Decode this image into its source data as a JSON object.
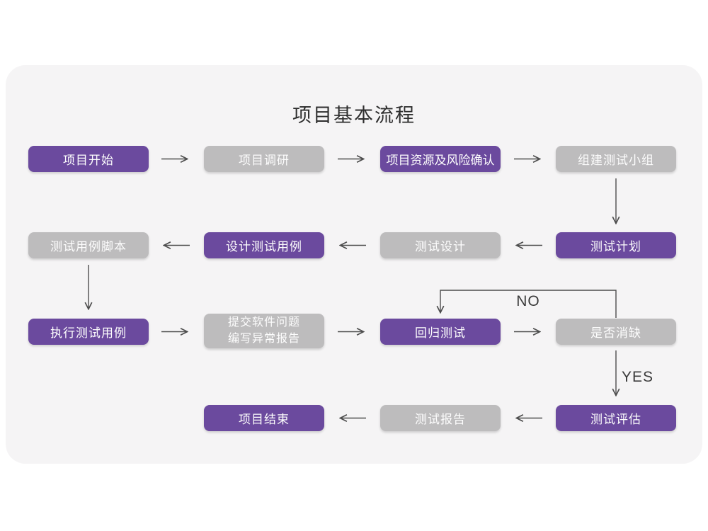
{
  "title": "项目基本流程",
  "colors": {
    "purple": "#6b4a9e",
    "gray": "#bdbcbd",
    "card_bg": "#f5f4f5",
    "title_color": "#2e2e2e",
    "arrow_color": "#4d4d4d",
    "edge_label_color": "#3b3b3b",
    "node_text": "#fdfdfd"
  },
  "nodes": [
    {
      "id": "project-start",
      "label": "项目开始",
      "color": "purple"
    },
    {
      "id": "project-research",
      "label": "项目调研",
      "color": "gray"
    },
    {
      "id": "resource-risk-confirm",
      "label": "项目资源及风险确认",
      "color": "purple"
    },
    {
      "id": "build-test-team",
      "label": "组建测试小组",
      "color": "gray"
    },
    {
      "id": "test-plan",
      "label": "测试计划",
      "color": "purple"
    },
    {
      "id": "test-design",
      "label": "测试设计",
      "color": "gray"
    },
    {
      "id": "design-test-cases",
      "label": "设计测试用例",
      "color": "purple"
    },
    {
      "id": "test-case-scripts",
      "label": "测试用例脚本",
      "color": "gray"
    },
    {
      "id": "execute-test-cases",
      "label": "执行测试用例",
      "color": "purple"
    },
    {
      "id": "submit-issue-report",
      "lines": [
        "提交软件问题",
        "编写异常报告"
      ],
      "color": "gray"
    },
    {
      "id": "regression-test",
      "label": "回归测试",
      "color": "purple"
    },
    {
      "id": "defect-resolved",
      "label": "是否消缺",
      "color": "gray"
    },
    {
      "id": "test-evaluation",
      "label": "测试评估",
      "color": "purple"
    },
    {
      "id": "test-report",
      "label": "测试报告",
      "color": "gray"
    },
    {
      "id": "project-end",
      "label": "项目结束",
      "color": "purple"
    }
  ],
  "edge_labels": {
    "no": "NO",
    "yes": "YES"
  },
  "edges": [
    {
      "from": "项目开始",
      "to": "项目调研"
    },
    {
      "from": "项目调研",
      "to": "项目资源及风险确认"
    },
    {
      "from": "项目资源及风险确认",
      "to": "组建测试小组"
    },
    {
      "from": "组建测试小组",
      "to": "测试计划"
    },
    {
      "from": "测试计划",
      "to": "测试设计"
    },
    {
      "from": "测试设计",
      "to": "设计测试用例"
    },
    {
      "from": "设计测试用例",
      "to": "测试用例脚本"
    },
    {
      "from": "测试用例脚本",
      "to": "执行测试用例"
    },
    {
      "from": "执行测试用例",
      "to": "提交软件问题编写异常报告"
    },
    {
      "from": "提交软件问题编写异常报告",
      "to": "回归测试"
    },
    {
      "from": "回归测试",
      "to": "是否消缺"
    },
    {
      "from": "是否消缺",
      "to": "回归测试",
      "label": "NO"
    },
    {
      "from": "是否消缺",
      "to": "测试评估",
      "label": "YES"
    },
    {
      "from": "测试评估",
      "to": "测试报告"
    },
    {
      "from": "测试报告",
      "to": "项目结束"
    }
  ]
}
